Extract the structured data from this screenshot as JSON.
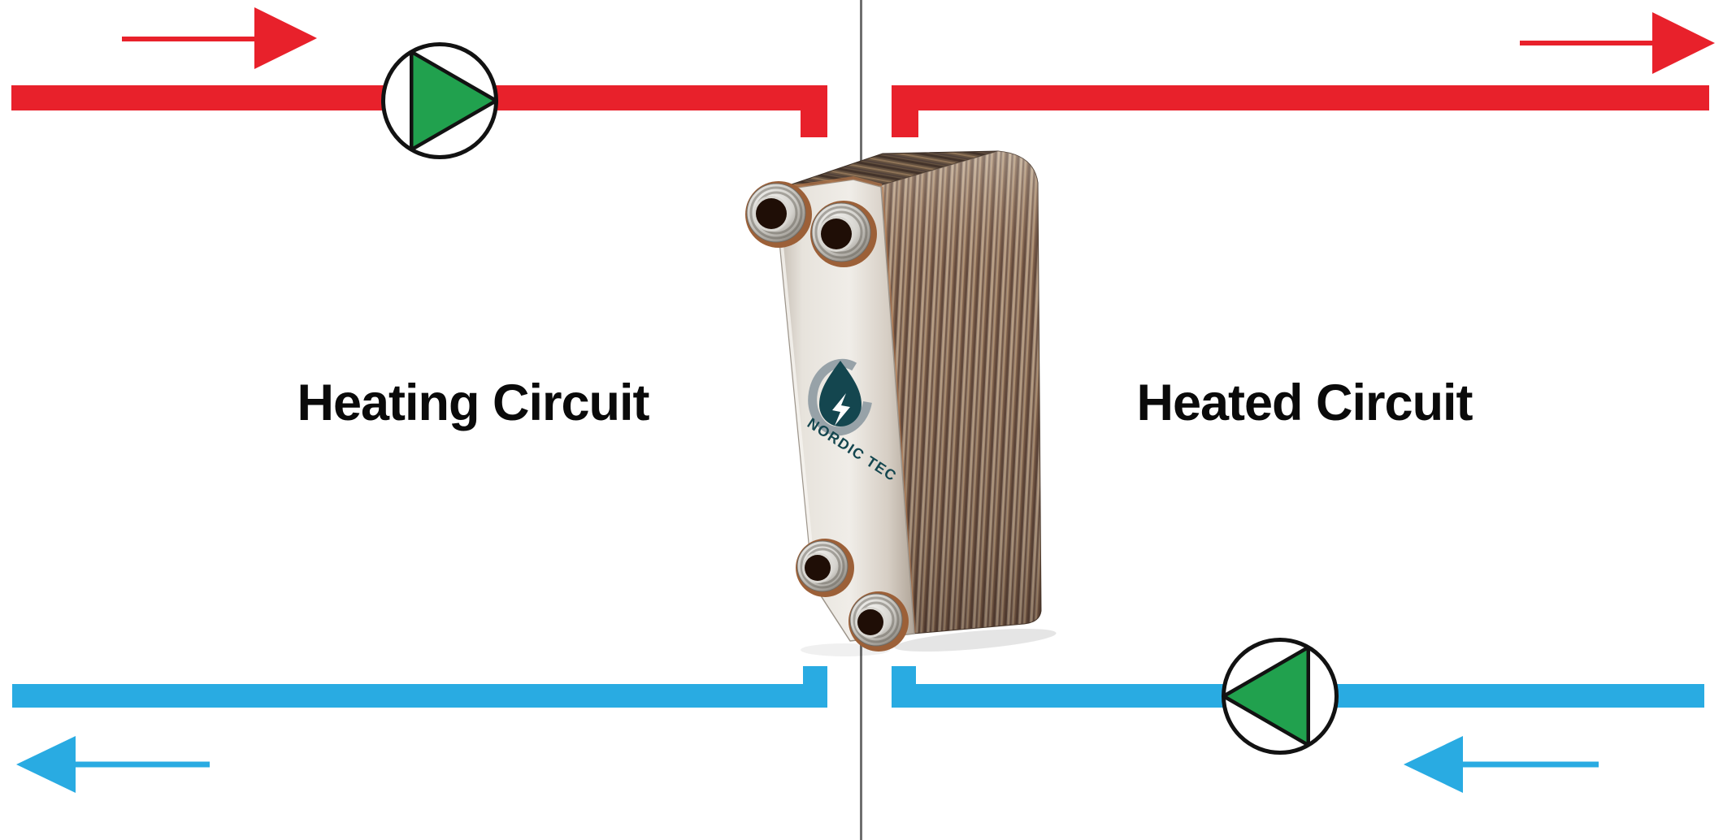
{
  "title": "Plate heat exchanger flow diagram",
  "labels": {
    "left_circuit": "Heating Circuit",
    "right_circuit": "Heated Circuit"
  },
  "device": {
    "type": "brazed-plate-heat-exchanger",
    "brand": "NORDIC TEC"
  },
  "icons": {
    "pump": "circle-with-inscribed-triangle",
    "flow_direction": "solid-arrow"
  },
  "flows": {
    "top_left": "hot-supply-right",
    "top_right": "hot-out-right",
    "bottom_left": "cold-return-left",
    "bottom_right": "cold-in-left"
  },
  "colors": {
    "hot": "#E8212B",
    "cold": "#29ABE2",
    "pump_green": "#21A14E",
    "outline": "#121212",
    "divider": "#6F6F6F",
    "label_text": "#0A0A0A",
    "logo_teal": "#14464F",
    "plate_steel": "#D9D2C9",
    "stack_copper": "#8F7C6D"
  }
}
